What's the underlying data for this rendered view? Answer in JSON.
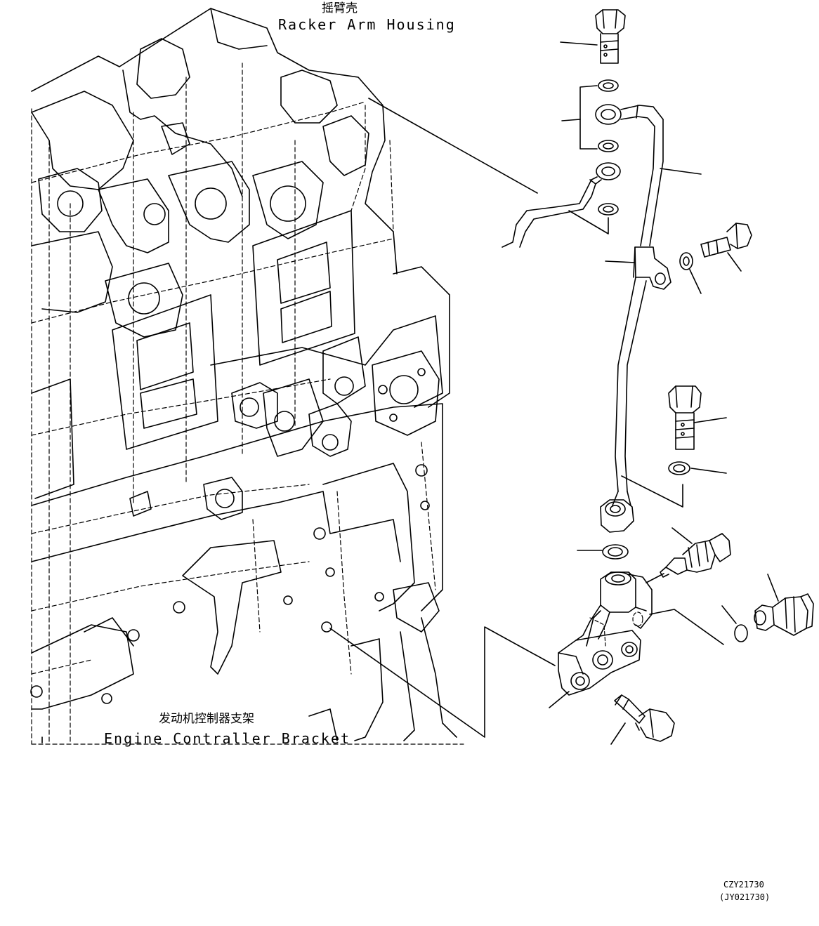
{
  "labels": {
    "rocker_arm_housing_cn": "摇臂壳",
    "rocker_arm_housing_en": "Racker Arm Housing",
    "engine_controller_bracket_cn": "发动机控制器支架",
    "engine_controller_bracket_en": "Engine Contraller Bracket"
  },
  "drawing_codes": {
    "primary": "CZY21730",
    "secondary": "(JY021730)"
  },
  "colors": {
    "line": "#000000",
    "background": "#ffffff"
  }
}
